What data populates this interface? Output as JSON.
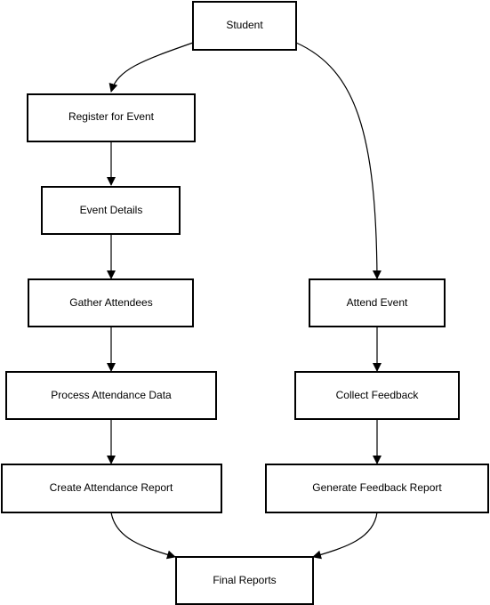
{
  "diagram": {
    "type": "flowchart",
    "nodes": {
      "student": "Student",
      "register": "Register for Event",
      "event_details": "Event Details",
      "gather": "Gather Attendees",
      "process": "Process Attendance Data",
      "create_report": "Create Attendance Report",
      "attend": "Attend Event",
      "collect": "Collect Feedback",
      "generate": "Generate Feedback Report",
      "final": "Final Reports"
    },
    "edges": [
      {
        "from": "student",
        "to": "register"
      },
      {
        "from": "student",
        "to": "attend"
      },
      {
        "from": "register",
        "to": "event_details"
      },
      {
        "from": "event_details",
        "to": "gather"
      },
      {
        "from": "gather",
        "to": "process"
      },
      {
        "from": "process",
        "to": "create_report"
      },
      {
        "from": "create_report",
        "to": "final"
      },
      {
        "from": "attend",
        "to": "collect"
      },
      {
        "from": "collect",
        "to": "generate"
      },
      {
        "from": "generate",
        "to": "final"
      }
    ]
  }
}
